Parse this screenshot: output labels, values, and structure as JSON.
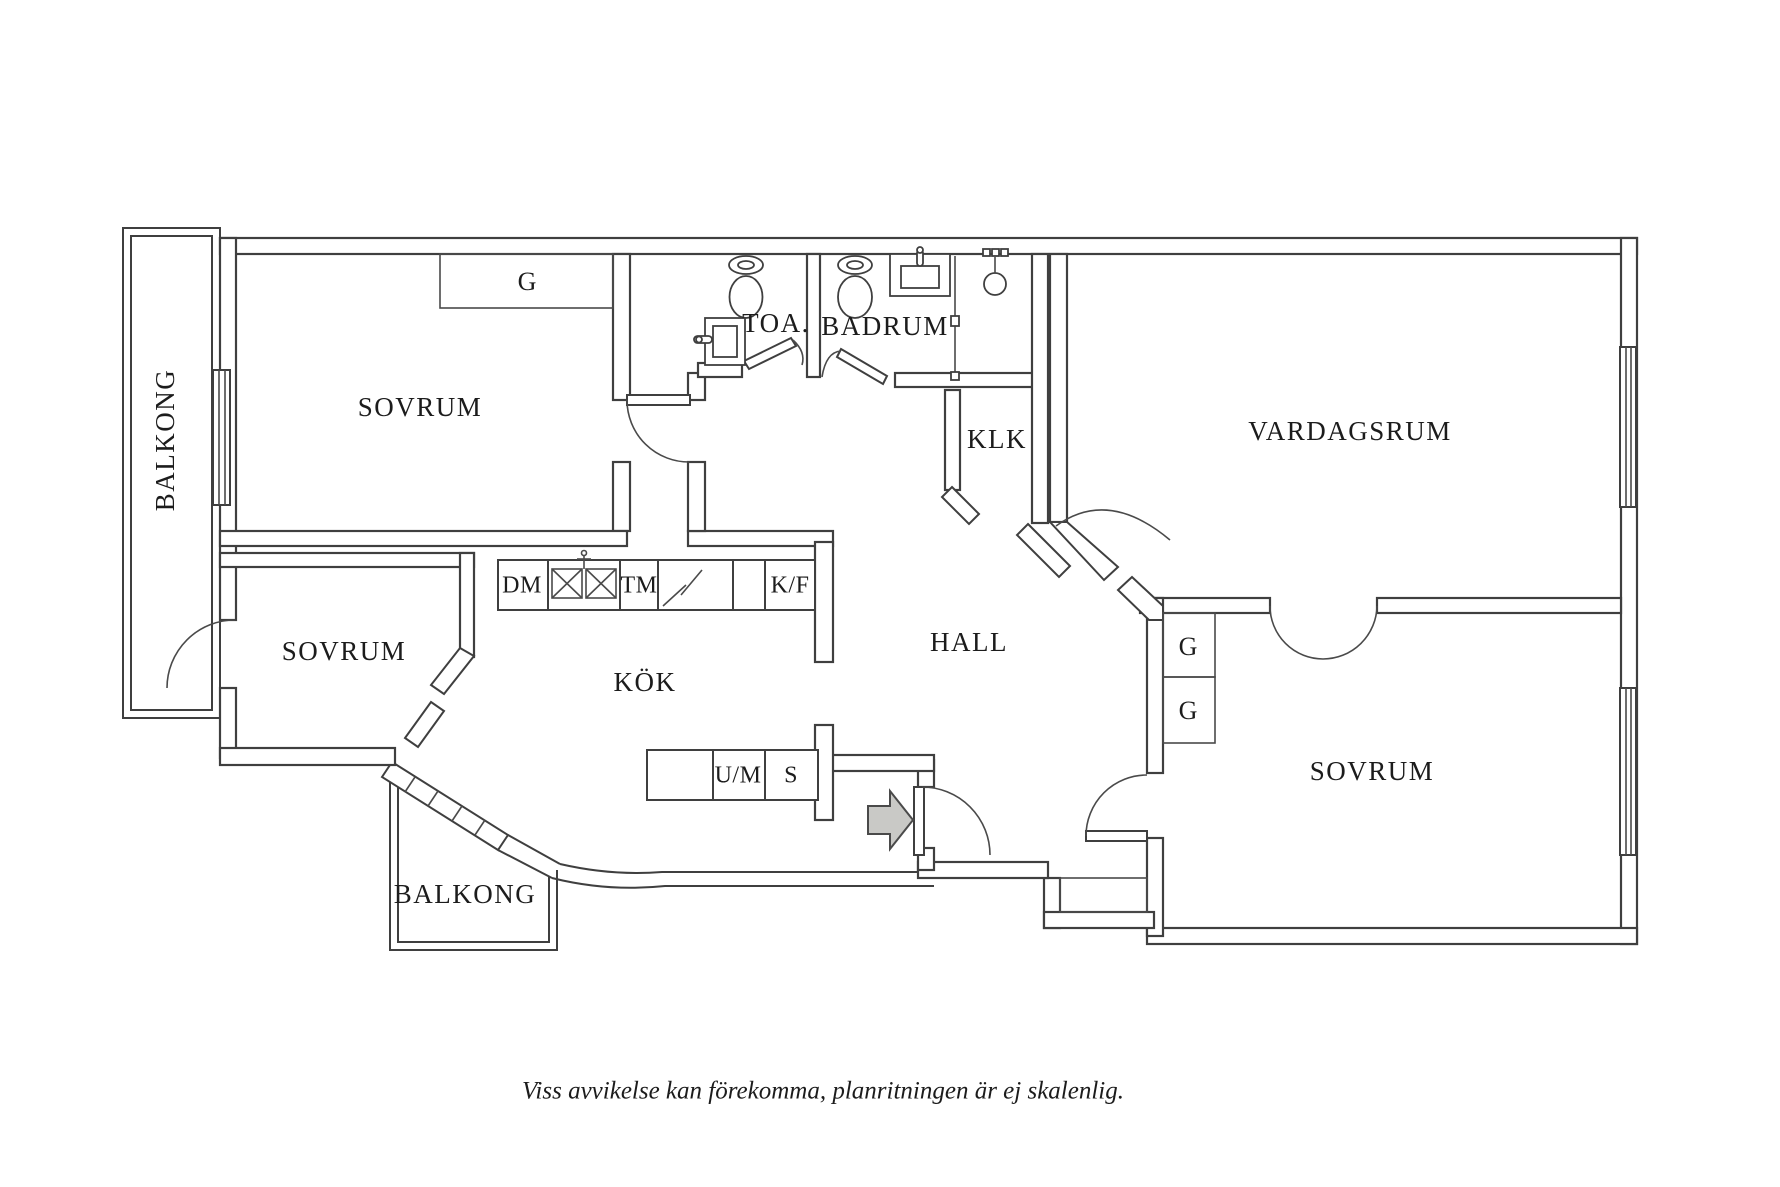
{
  "plan": {
    "rooms": [
      {
        "name": "balcony-left",
        "label": "BALKONG"
      },
      {
        "name": "bedroom-top-left",
        "label": "SOVRUM"
      },
      {
        "name": "toilet-room",
        "label": "TOA."
      },
      {
        "name": "bathroom",
        "label": "BADRUM"
      },
      {
        "name": "walk-in-closet",
        "label": "KLK"
      },
      {
        "name": "living-room",
        "label": "VARDAGSRUM"
      },
      {
        "name": "bedroom-mid-left",
        "label": "SOVRUM"
      },
      {
        "name": "kitchen",
        "label": "KÖK"
      },
      {
        "name": "hall",
        "label": "HALL"
      },
      {
        "name": "bedroom-right",
        "label": "SOVRUM"
      },
      {
        "name": "balcony-bottom",
        "label": "BALKONG"
      }
    ],
    "wardrobes": [
      {
        "name": "wardrobe-top-left",
        "label": "G"
      },
      {
        "name": "wardrobe-hall-upper",
        "label": "G"
      },
      {
        "name": "wardrobe-hall-lower",
        "label": "G"
      }
    ],
    "appliances": [
      {
        "name": "dishwasher",
        "label": "DM"
      },
      {
        "name": "washing-machine",
        "label": "TM"
      },
      {
        "name": "fridge-freezer",
        "label": "K/F"
      },
      {
        "name": "oven-microwave",
        "label": "U/M"
      },
      {
        "name": "stove",
        "label": "S"
      }
    ],
    "caption": "Viss avvikelse kan förekomma, planritningen är ej skalenlig.",
    "colors": {
      "wall": "#3f3f3f",
      "entry_arrow_fill": "#c9c9c6",
      "background": "#ffffff",
      "text": "#1c1c1c"
    }
  }
}
